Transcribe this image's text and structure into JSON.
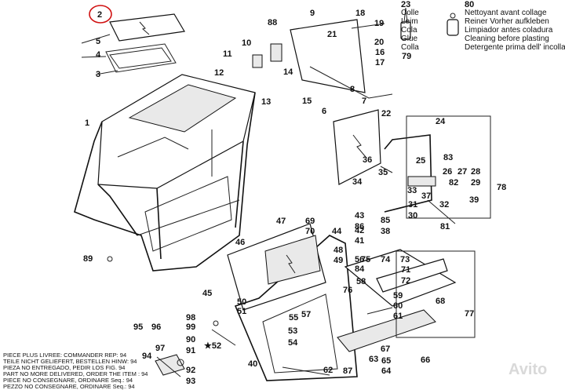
{
  "legend": {
    "number": "80",
    "lines": [
      "Nettoyant avant collage",
      "Reiner Vorher aufkleben",
      "Limpiador antes coladura",
      "Cleaning before plasting",
      "Detergente prima dell' incollaggio"
    ]
  },
  "glue": {
    "number": "23",
    "lines": [
      "Colle",
      "Leim",
      "Cola",
      "Glue",
      "Colla"
    ]
  },
  "note_lines": [
    "PIECE PLUS LIVREE: COMMANDER REP: 94",
    "TEILE NICHT GELIEFERT, BESTELLEN HINW: 94",
    "PIEZA NO ENTREGADO, PEDIR LOS FIG. 94",
    "PART NO MORE DELIVERED, ORDER THE ITEM : 94",
    "PIECE NO CONSEGNARE, ORDINARE Seq.: 94",
    "PEZZO NO CONSEGNARE, ORDINARE Seq.: 94"
  ],
  "circled_label": "2",
  "star_label": "★52",
  "watermark": "Avito",
  "callouts": [
    "1",
    "3",
    "4",
    "5",
    "6",
    "7",
    "8",
    "9",
    "10",
    "11",
    "12",
    "13",
    "14",
    "15",
    "16",
    "17",
    "18",
    "19",
    "20",
    "21",
    "22",
    "24",
    "25",
    "26",
    "27",
    "28",
    "29",
    "30",
    "31",
    "32",
    "33",
    "34",
    "35",
    "36",
    "37",
    "38",
    "39",
    "40",
    "41",
    "42",
    "43",
    "44",
    "45",
    "46",
    "47",
    "48",
    "49",
    "50",
    "51",
    "53",
    "54",
    "55",
    "56",
    "57",
    "58",
    "59",
    "60",
    "61",
    "62",
    "63",
    "64",
    "65",
    "66",
    "67",
    "68",
    "69",
    "70",
    "71",
    "72",
    "73",
    "74",
    "75",
    "76",
    "77",
    "78",
    "79",
    "81",
    "82",
    "83",
    "84",
    "85",
    "86",
    "87",
    "88",
    "89",
    "90",
    "91",
    "92",
    "93",
    "94",
    "95",
    "96",
    "97",
    "98",
    "99"
  ]
}
